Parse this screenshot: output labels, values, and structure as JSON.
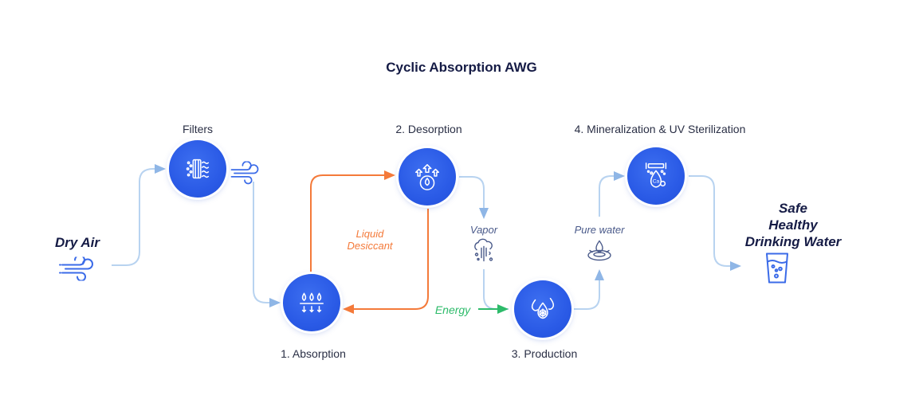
{
  "title": "Cyclic Absorption AWG",
  "colors": {
    "node_blue": "#2a5ae6",
    "flow_light_blue": "#a9c8ec",
    "desiccant_orange": "#f47a3a",
    "energy_green": "#2dbb6a",
    "dark_text": "#151b45",
    "icon_blue": "#3b6be8"
  },
  "input": {
    "label": "Dry Air",
    "icon": "wind-icon"
  },
  "stages": [
    {
      "label": "Filters",
      "icon": "filter-icon"
    },
    {
      "label": "1. Absorption",
      "icon": "absorption-droplets-icon"
    },
    {
      "label": "2. Desorption",
      "icon": "desorption-arrows-drop-icon"
    },
    {
      "label": "3. Production",
      "icon": "water-drops-snowflake-icon"
    },
    {
      "label": "4. Mineralization & UV Sterilization",
      "icon": "uv-mineral-drop-icon"
    }
  ],
  "intermediates": {
    "filtered_air": {
      "icon": "wind-icon"
    },
    "vapor": {
      "label": "Vapor",
      "icon": "vapor-cloud-icon"
    },
    "pure_water": {
      "label": "Pure water",
      "icon": "water-drop-ripple-icon"
    }
  },
  "loop": {
    "label_line1": "Liquid",
    "label_line2": "Desiccant"
  },
  "energy": {
    "label": "Energy"
  },
  "output": {
    "line1": "Safe",
    "line2": "Healthy",
    "line3": "Drinking Water",
    "icon": "water-glass-icon"
  }
}
